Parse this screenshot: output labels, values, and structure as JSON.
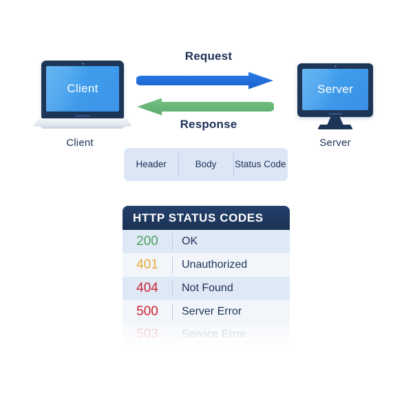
{
  "diagram": {
    "client": {
      "screen_label": "Client",
      "caption": "Client",
      "device_icon": "laptop-icon",
      "screen_color": "#3f9dec",
      "frame_color": "#1d3557"
    },
    "server": {
      "screen_label": "Server",
      "caption": "Server",
      "device_icon": "monitor-icon",
      "screen_color": "#3f9dec",
      "frame_color": "#1d3557"
    },
    "flows": [
      {
        "label": "Request",
        "direction": "client-to-server",
        "color": "#2070dd",
        "icon": "arrow-right-icon"
      },
      {
        "label": "Response",
        "direction": "server-to-client",
        "color": "#6ab877",
        "icon": "arrow-left-icon"
      }
    ],
    "message_parts": {
      "background": "#dce6f5",
      "cells": [
        "Header",
        "Body",
        "Status Code"
      ]
    },
    "status_table": {
      "title": "HTTP STATUS CODES",
      "header_background": "#1c3558",
      "header_text_color": "#ffffff",
      "row_colors": [
        "#dfe9f6",
        "#f2f6fb"
      ],
      "columns": [
        "code",
        "meaning"
      ],
      "rows": [
        {
          "code": "200",
          "meaning": "OK",
          "color": "#4a9e5c"
        },
        {
          "code": "401",
          "meaning": "Unauthorized",
          "color": "#e8a93a"
        },
        {
          "code": "404",
          "meaning": "Not Found",
          "color": "#cc2030"
        },
        {
          "code": "500",
          "meaning": "Server Error",
          "color": "#cc2030"
        }
      ],
      "faded_row": {
        "code": "503",
        "meaning": "Service Error",
        "color": "#cc2030"
      }
    }
  }
}
